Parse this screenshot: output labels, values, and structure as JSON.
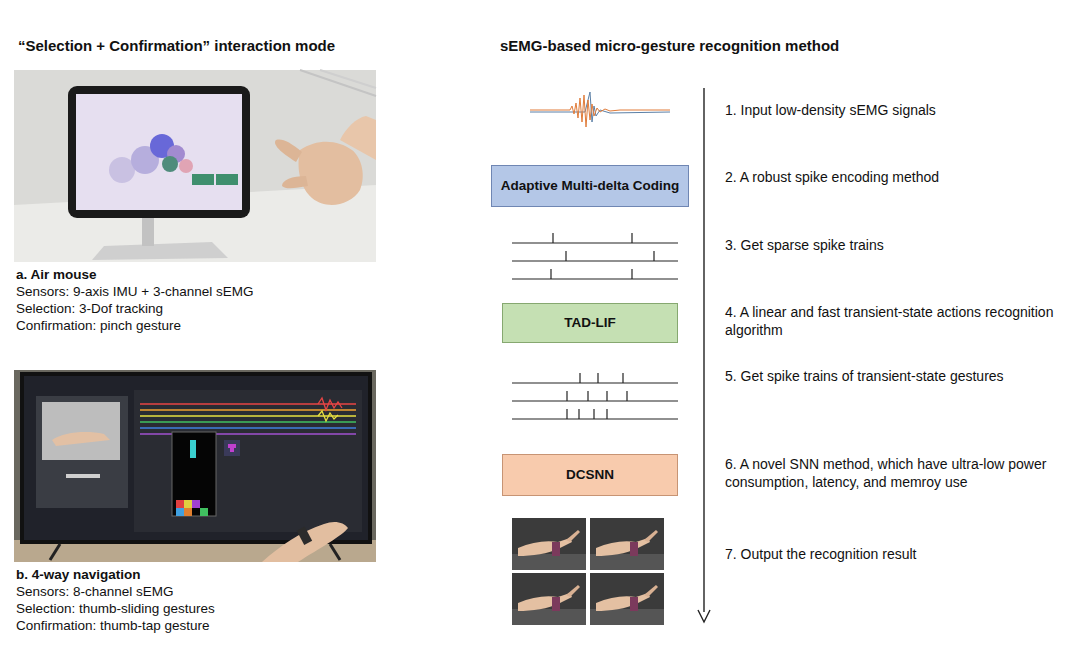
{
  "diagram": {
    "nodes": [
      {
        "text": [
          "Adaptive Multi-delta Coding"
        ]
      },
      {
        "text": [
          "TAD-LIF"
        ]
      },
      {
        "text": [
          "DCSNN"
        ]
      }
    ],
    "labels": [
      "“Selection + Confirmation” interaction mode",
      "a. Air mouse",
      "Sensors: 9-axis IMU + 3-channel sEMG",
      "Selection: 3-Dof tracking",
      "Confirmation: pinch gesture",
      "b. 4-way navigation",
      "Sensors: 8-channel sEMG",
      "Selection: thumb-sliding gestures",
      "Confirmation: thumb-tap gesture",
      "sEMG-based micro-gesture recognition method",
      "1. Input low-density sEMG signals",
      "2. A robust spike encoding method",
      "3. Get sparse spike trains",
      "4. A linear and fast transient-state actions recognition algorithm",
      "5. Get spike trains of transient-state gestures",
      "6. A novel SNN method, which have ultra-low power consumption, latency, and memroy use",
      "7. Output the recognition result"
    ]
  }
}
